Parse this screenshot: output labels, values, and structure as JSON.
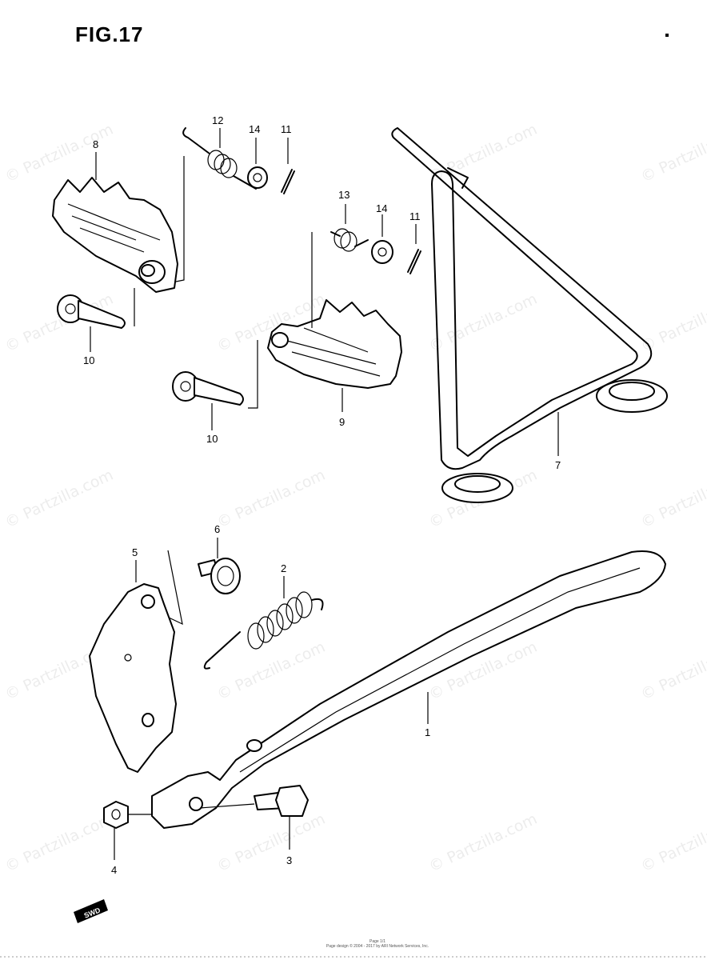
{
  "figure": {
    "title": "FIG.17"
  },
  "watermark": {
    "text": "© Partzilla.com"
  },
  "callouts": {
    "c1": "1",
    "c2": "2",
    "c3": "3",
    "c4": "4",
    "c5": "5",
    "c6": "6",
    "c7": "7",
    "c8": "8",
    "c9": "9",
    "c10a": "10",
    "c10b": "10",
    "c11a": "11",
    "c11b": "11",
    "c12": "12",
    "c13": "13",
    "c14a": "14",
    "c14b": "14"
  },
  "badge": {
    "text": "SWD"
  },
  "footer": {
    "line1": "Page 1/1",
    "line2": "Page design © 2004 - 2017 by ARI Network Services, Inc."
  }
}
